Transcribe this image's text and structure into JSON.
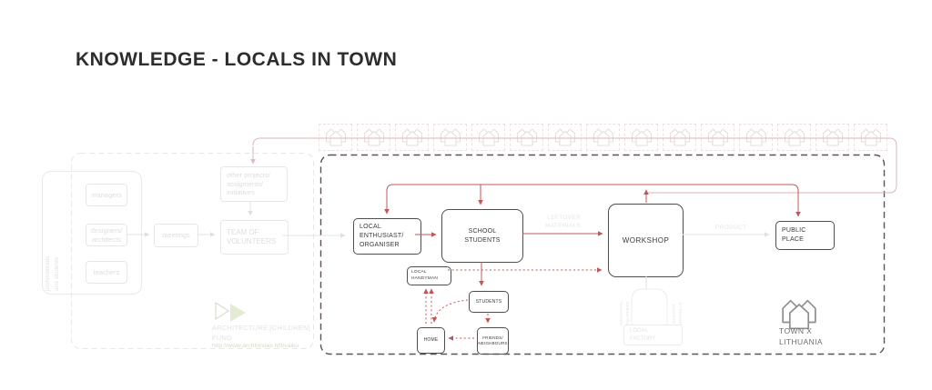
{
  "title": "KNOWLEDGE - LOCALS IN TOWN",
  "left_panel": {
    "group_label": [
      "professionals",
      "and students"
    ],
    "managers": "managers",
    "designers": [
      "designers/",
      "architects"
    ],
    "teachers": "teachers",
    "meetings": "meetings",
    "team": [
      "TEAM OF",
      "VOLUNTEERS"
    ],
    "other_projects": [
      "other projects/",
      "assigments/",
      "initiatives"
    ]
  },
  "diagram": {
    "local_enthusiast": [
      "LOCAL",
      "ENTHUSIAST/",
      "ORGANISER"
    ],
    "school_students": [
      "SCHOOL",
      "STUDENTS"
    ],
    "workshop": "WORKSHOP",
    "public_place": [
      "PUBLIC",
      "PLACE"
    ],
    "local_handyman": [
      "LOCAL",
      "HANDYMAN"
    ],
    "students": "STUDENTS",
    "home": "HOME",
    "friends": [
      "FRIENDS/",
      "NEIGHBOURS"
    ],
    "local_factory": [
      "LOCAL",
      "FACTORY"
    ],
    "labels": {
      "leftover_materials": [
        "LEFTOVER",
        "MATERIALS"
      ],
      "product": "PRODUCT",
      "additional_equipment": [
        "ADDITIONAL",
        "EQUIPMENT"
      ],
      "leftover_materials_vertical": [
        "LEFTOVER",
        "MATERIALS"
      ]
    }
  },
  "footer": {
    "fund_line1": "ARCHITECTURE [CHILDREN]",
    "fund_line2": "FUND",
    "url": "http://www.archfondas.lt/lt/vaiku"
  },
  "brand": {
    "town": "TOWN X",
    "country": "LITHUANIA"
  },
  "strip": {
    "house_count": 15
  },
  "colors": {
    "red": "#c25757",
    "pale_pink": "#dcb6b6",
    "pale_gray": "#e3e3e3",
    "dark_dash": "#5d5353"
  }
}
